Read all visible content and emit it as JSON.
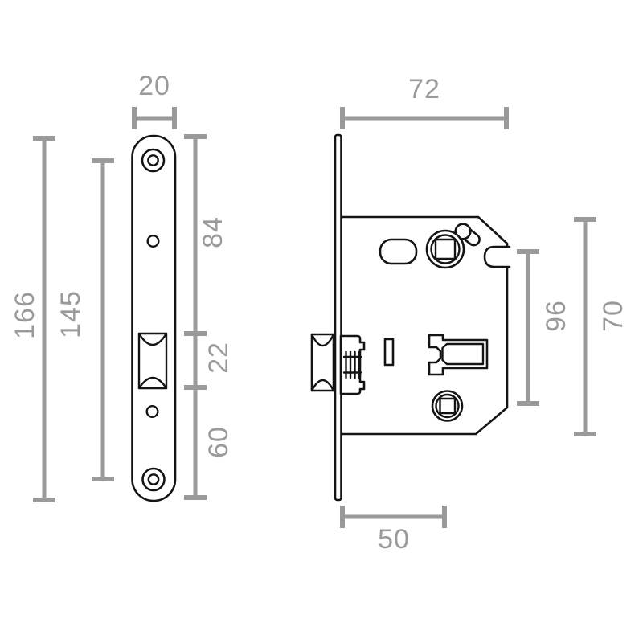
{
  "drawing": {
    "type": "technical-drawing",
    "subject": "mortise-lock",
    "views": {
      "front_view": "faceplate front view",
      "side_view": "lock body side view"
    }
  },
  "colors": {
    "outline": "#141414",
    "dimension": "#9a9a9a",
    "background": "#ffffff"
  },
  "dimensions": {
    "front_view": {
      "plate_width": "20",
      "plate_height": "166",
      "screw_hole_spacing": "145",
      "top_section": "84",
      "latch_section": "22",
      "bottom_section": "60"
    },
    "side_view": {
      "body_width": "72",
      "hub_spacing": "96",
      "body_height": "70",
      "backset": "50"
    }
  }
}
